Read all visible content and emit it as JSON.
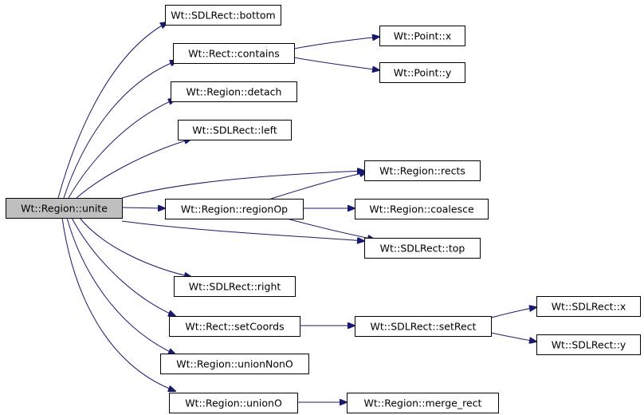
{
  "colors": {
    "edge": "#191970",
    "node_border": "#000000",
    "node_fill": "#ffffff",
    "root_fill": "#bfbfbf",
    "background": "#ffffff"
  },
  "nodes": [
    {
      "id": "unite",
      "label": "Wt::Region::unite",
      "root": true
    },
    {
      "id": "bottom",
      "label": "Wt::SDLRect::bottom"
    },
    {
      "id": "contains",
      "label": "Wt::Rect::contains"
    },
    {
      "id": "point_x",
      "label": "Wt::Point::x"
    },
    {
      "id": "point_y",
      "label": "Wt::Point::y"
    },
    {
      "id": "detach",
      "label": "Wt::Region::detach"
    },
    {
      "id": "left",
      "label": "Wt::SDLRect::left"
    },
    {
      "id": "rects",
      "label": "Wt::Region::rects"
    },
    {
      "id": "regionOp",
      "label": "Wt::Region::regionOp"
    },
    {
      "id": "coalesce",
      "label": "Wt::Region::coalesce"
    },
    {
      "id": "top",
      "label": "Wt::SDLRect::top"
    },
    {
      "id": "right",
      "label": "Wt::SDLRect::right"
    },
    {
      "id": "setCoords",
      "label": "Wt::Rect::setCoords"
    },
    {
      "id": "setRect",
      "label": "Wt::SDLRect::setRect"
    },
    {
      "id": "sdl_x",
      "label": "Wt::SDLRect::x"
    },
    {
      "id": "sdl_y",
      "label": "Wt::SDLRect::y"
    },
    {
      "id": "unionNonO",
      "label": "Wt::Region::unionNonO"
    },
    {
      "id": "unionO",
      "label": "Wt::Region::unionO"
    },
    {
      "id": "merge_rect",
      "label": "Wt::Region::merge_rect"
    }
  ],
  "edges": [
    {
      "from": "unite",
      "to": "bottom"
    },
    {
      "from": "unite",
      "to": "contains"
    },
    {
      "from": "unite",
      "to": "detach"
    },
    {
      "from": "unite",
      "to": "left"
    },
    {
      "from": "unite",
      "to": "rects"
    },
    {
      "from": "unite",
      "to": "regionOp"
    },
    {
      "from": "unite",
      "to": "top"
    },
    {
      "from": "unite",
      "to": "right"
    },
    {
      "from": "unite",
      "to": "setCoords"
    },
    {
      "from": "unite",
      "to": "unionNonO"
    },
    {
      "from": "unite",
      "to": "unionO"
    },
    {
      "from": "contains",
      "to": "point_x"
    },
    {
      "from": "contains",
      "to": "point_y"
    },
    {
      "from": "regionOp",
      "to": "rects"
    },
    {
      "from": "regionOp",
      "to": "coalesce"
    },
    {
      "from": "regionOp",
      "to": "top"
    },
    {
      "from": "setCoords",
      "to": "setRect"
    },
    {
      "from": "setRect",
      "to": "sdl_x"
    },
    {
      "from": "setRect",
      "to": "sdl_y"
    },
    {
      "from": "unionO",
      "to": "merge_rect"
    }
  ]
}
